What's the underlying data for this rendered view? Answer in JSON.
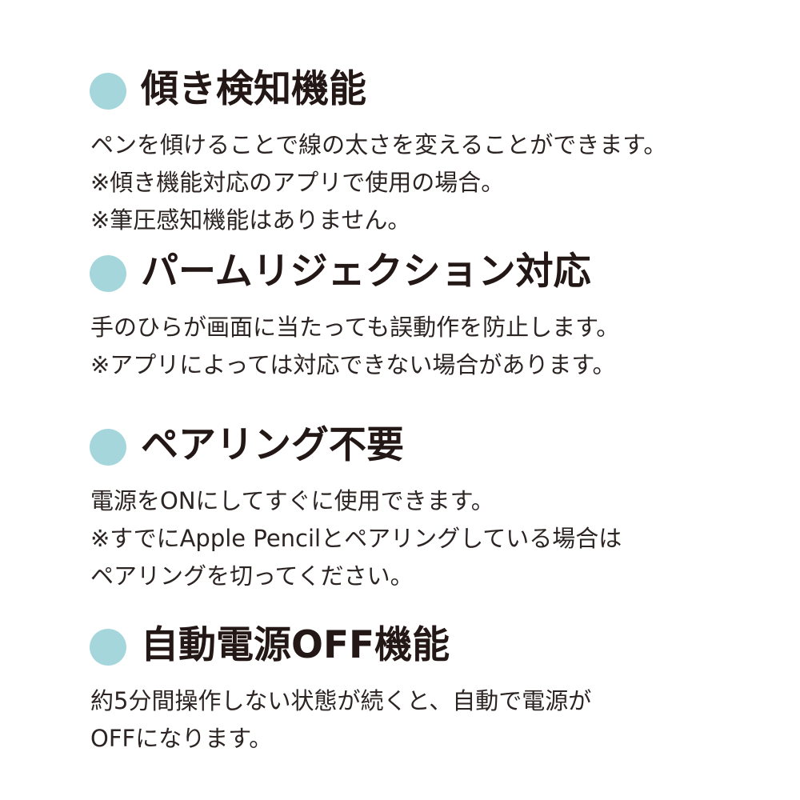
{
  "theme": {
    "bullet_color": "#a5d6dc",
    "text_color": "#231815"
  },
  "features": [
    {
      "title": "傾き検知機能",
      "lines": [
        "ペンを傾けることで線の太さを変えることができます。",
        "※傾き機能対応のアプリで使用の場合。",
        "※筆圧感知機能はありません。"
      ]
    },
    {
      "title": "パームリジェクション対応",
      "lines": [
        "手のひらが画面に当たっても誤動作を防止します。",
        "※アプリによっては対応できない場合があります。"
      ]
    },
    {
      "title": "ペアリング不要",
      "lines": [
        "電源をONにしてすぐに使用できます。",
        "※すでにApple Pencilとペアリングしている場合は",
        "ペアリングを切ってください。"
      ]
    },
    {
      "title": "自動電源OFF機能",
      "lines": [
        "約5分間操作しない状態が続くと、自動で電源が",
        "OFFになります。"
      ]
    }
  ]
}
